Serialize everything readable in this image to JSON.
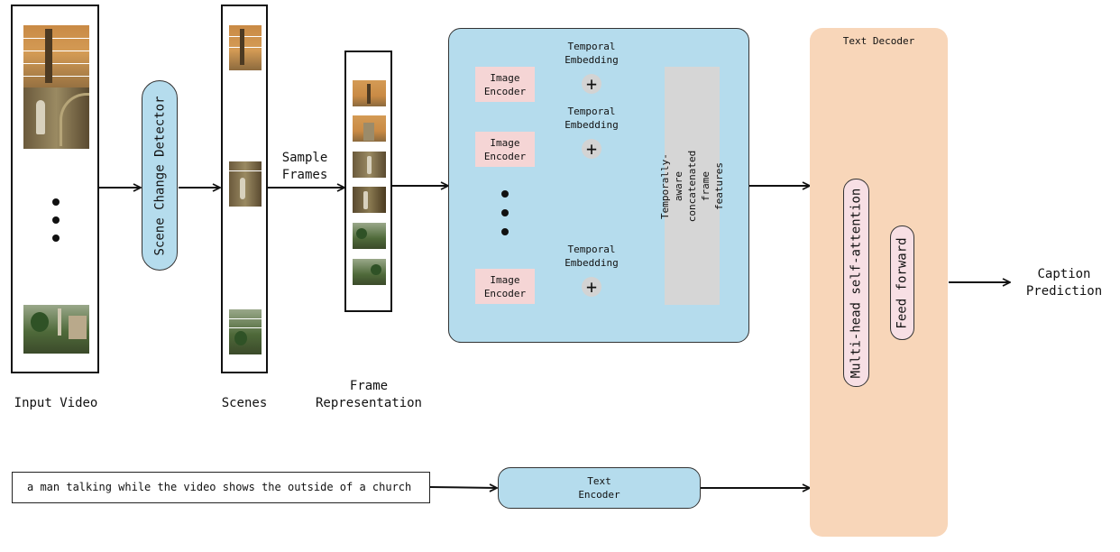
{
  "input_video": {
    "label": "Input Video"
  },
  "scene_detector": {
    "label": "Scene Change Detector"
  },
  "scenes": {
    "label": "Scenes"
  },
  "sample_frames": {
    "label": "Sample\nFrames"
  },
  "frame_representation": {
    "label": "Frame\nRepresentation"
  },
  "encoder_block": {
    "image_encoder_label": "Image\nEncoder",
    "temporal_embedding_label": "Temporal\nEmbedding",
    "concat_label": "Temporally-aware concatenated\nframe features"
  },
  "text_decoder": {
    "title": "Text Decoder",
    "attention_label": "Multi-head self-attention",
    "ffn_label": "Feed forward"
  },
  "output": {
    "label": "Caption\nPrediction"
  },
  "text_input": {
    "value": "a man talking while the video shows the outside of a church"
  },
  "text_encoder": {
    "label": "Text\nEncoder"
  },
  "colors": {
    "blue_panel": "#b5dced",
    "decoder_panel": "#f8d6b9",
    "image_encoder": "#f5d5d5",
    "concat_box": "#d6d6d6",
    "pill_pink": "#f7dfe4"
  }
}
